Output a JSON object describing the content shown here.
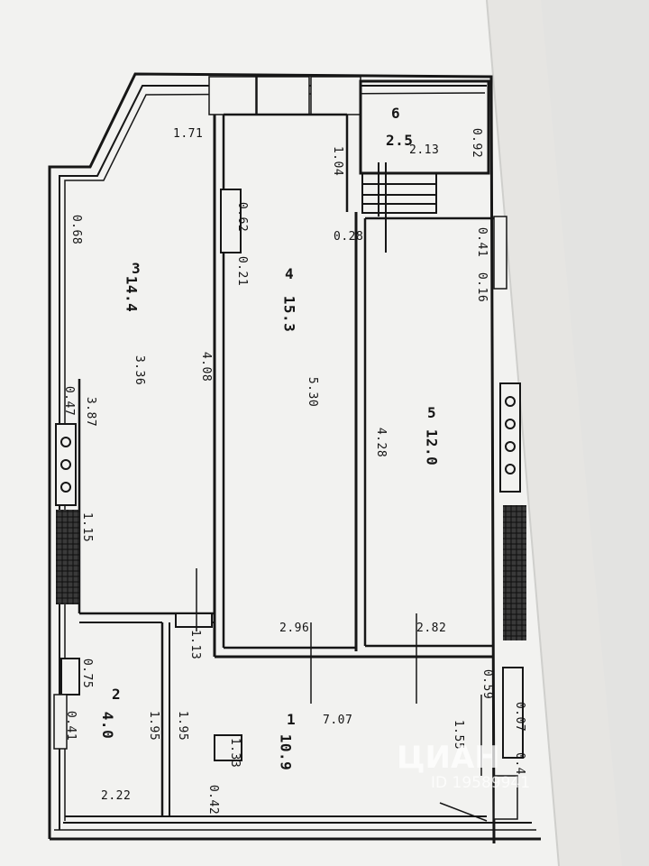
{
  "rooms": [
    {
      "id": "1",
      "area": "10.9"
    },
    {
      "id": "2",
      "area": "4.0"
    },
    {
      "id": "3",
      "area": "14.4"
    },
    {
      "id": "4",
      "area": "15.3"
    },
    {
      "id": "5",
      "area": "12.0"
    },
    {
      "id": "6",
      "area": "2.5"
    }
  ],
  "dims": {
    "d1": "1.71",
    "d2": "0.68",
    "d3": "3.36",
    "d4": "4.08",
    "d5": "3.87",
    "d6": "0.47",
    "d7": "1.15",
    "d8": "0.75",
    "d9": "0.41",
    "d10": "1.95",
    "d11": "1.95",
    "d12": "2.22",
    "d13": "0.42",
    "d14": "1.33",
    "d15": "1.13",
    "d16": "0.62",
    "d17": "0.21",
    "d18": "5.30",
    "d19": "2.96",
    "d20": "1.04",
    "d21": "0.28",
    "d22": "4.28",
    "d23": "2.82",
    "d24": "2.13",
    "d25": "0.92",
    "d26": "0.41",
    "d27": "0.16",
    "d28": "0.59",
    "d29": "1.55",
    "d30": "7.07",
    "d31": "0.07",
    "d32": "0.4"
  },
  "watermark": {
    "text": "ЦИАН",
    "id": "ID 19589941"
  },
  "colors": {
    "wall": "#1a1a1a",
    "paper": "#f4f4f2",
    "bg": "#e9e8e6",
    "hatch": "#2a2a2a"
  }
}
